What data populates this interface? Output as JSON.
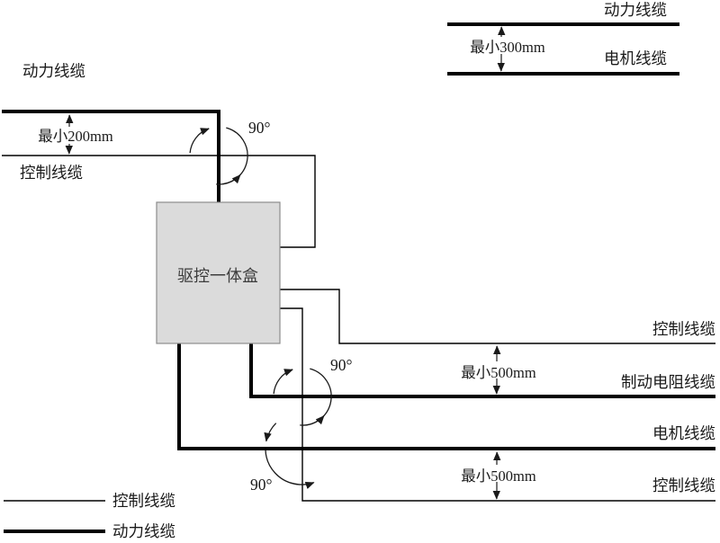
{
  "colors": {
    "line": "#000000",
    "box_fill": "#dbdbdb",
    "box_border": "#8c8c8c",
    "text": "#1a1a1a"
  },
  "box": {
    "label": "驱控一体盒"
  },
  "top_left": {
    "power_label": "动力线缆",
    "control_label": "控制线缆",
    "min_distance": "最小200mm",
    "angle": "90°"
  },
  "top_right": {
    "power_label": "动力线缆",
    "motor_label": "电机线缆",
    "min_distance": "最小300mm"
  },
  "right": {
    "control_top_label": "控制线缆",
    "brake_resistor_label": "制动电阻线缆",
    "motor_label": "电机线缆",
    "control_bottom_label": "控制线缆",
    "min_distance_upper": "最小500mm",
    "min_distance_lower": "最小500mm",
    "angle_upper": "90°",
    "angle_lower": "90°"
  },
  "legend": {
    "control_label": "控制线缆",
    "power_label": "动力线缆"
  }
}
